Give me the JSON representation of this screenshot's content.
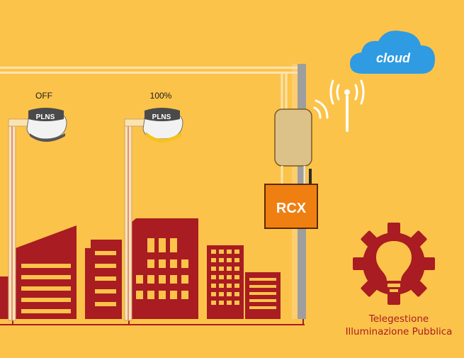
{
  "colors": {
    "background": "#fcc34a",
    "building": "#a81c22",
    "wire": "#a81c22",
    "cloud": "#2f9be2",
    "controller": "#f07f12",
    "gear": "#a81c22",
    "caption": "#a81c22"
  },
  "lamps": [
    {
      "status": "OFF",
      "brand": "PLNS"
    },
    {
      "status": "100%",
      "brand": "PLNS"
    }
  ],
  "cloud": {
    "label": "cloud"
  },
  "controller": {
    "label": "RCX"
  },
  "logo": {
    "icon": "gear-lightbulb-icon",
    "caption_line1": "Telegestione",
    "caption_line2": "Illuminazione Pubblica"
  }
}
